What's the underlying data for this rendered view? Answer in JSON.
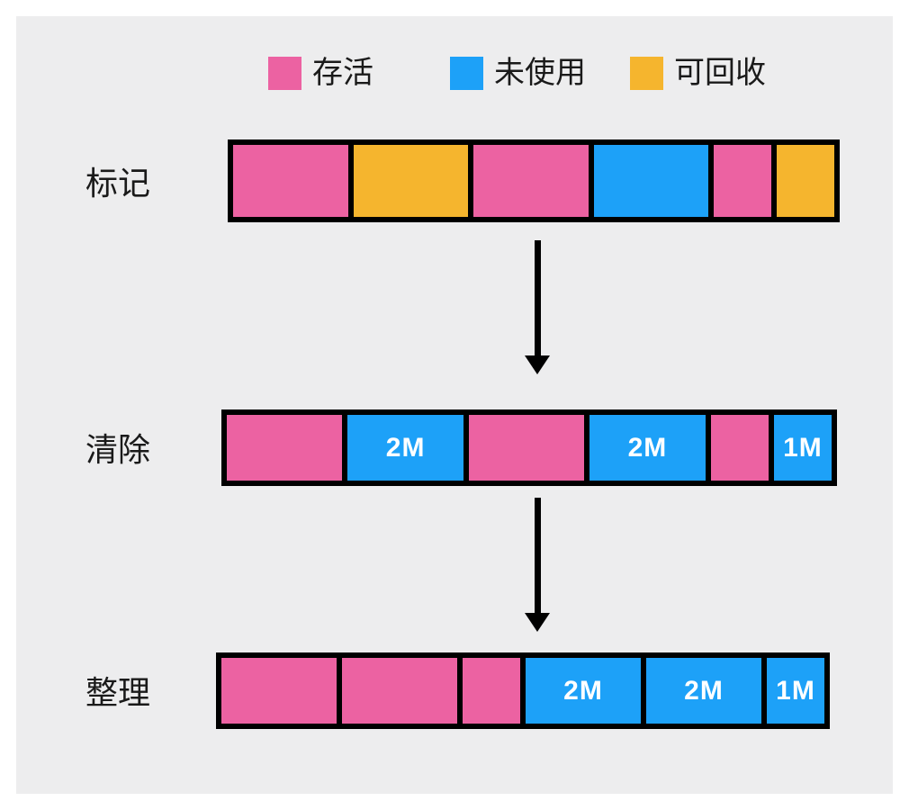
{
  "colors": {
    "alive": "#ec62a2",
    "unused": "#1da1f8",
    "collectible": "#f5b52e",
    "border": "#000000",
    "arrow": "#000000",
    "page_bg": "#ffffff",
    "canvas_bg": "#ededee",
    "label_text": "#1a1a1a",
    "segment_text": "#ffffff"
  },
  "legend": {
    "items": [
      {
        "type": "alive",
        "label": "存活"
      },
      {
        "type": "unused",
        "label": "未使用"
      },
      {
        "type": "collectible",
        "label": "可回收"
      }
    ]
  },
  "rows": [
    {
      "id": "mark",
      "label": "标记",
      "segments": [
        {
          "type": "alive",
          "size": 2,
          "text": ""
        },
        {
          "type": "collectible",
          "size": 2,
          "text": ""
        },
        {
          "type": "alive",
          "size": 2,
          "text": ""
        },
        {
          "type": "unused",
          "size": 2,
          "text": ""
        },
        {
          "type": "alive",
          "size": 1,
          "text": ""
        },
        {
          "type": "collectible",
          "size": 1,
          "text": ""
        }
      ]
    },
    {
      "id": "sweep",
      "label": "清除",
      "segments": [
        {
          "type": "alive",
          "size": 2,
          "text": ""
        },
        {
          "type": "unused",
          "size": 2,
          "text": "2M"
        },
        {
          "type": "alive",
          "size": 2,
          "text": ""
        },
        {
          "type": "unused",
          "size": 2,
          "text": "2M"
        },
        {
          "type": "alive",
          "size": 1,
          "text": ""
        },
        {
          "type": "unused",
          "size": 1,
          "text": "1M"
        }
      ]
    },
    {
      "id": "compact",
      "label": "整理",
      "segments": [
        {
          "type": "alive",
          "size": 2,
          "text": ""
        },
        {
          "type": "alive",
          "size": 2,
          "text": ""
        },
        {
          "type": "alive",
          "size": 1,
          "text": ""
        },
        {
          "type": "unused",
          "size": 2,
          "text": "2M"
        },
        {
          "type": "unused",
          "size": 2,
          "text": "2M"
        },
        {
          "type": "unused",
          "size": 1,
          "text": "1M"
        }
      ]
    }
  ]
}
